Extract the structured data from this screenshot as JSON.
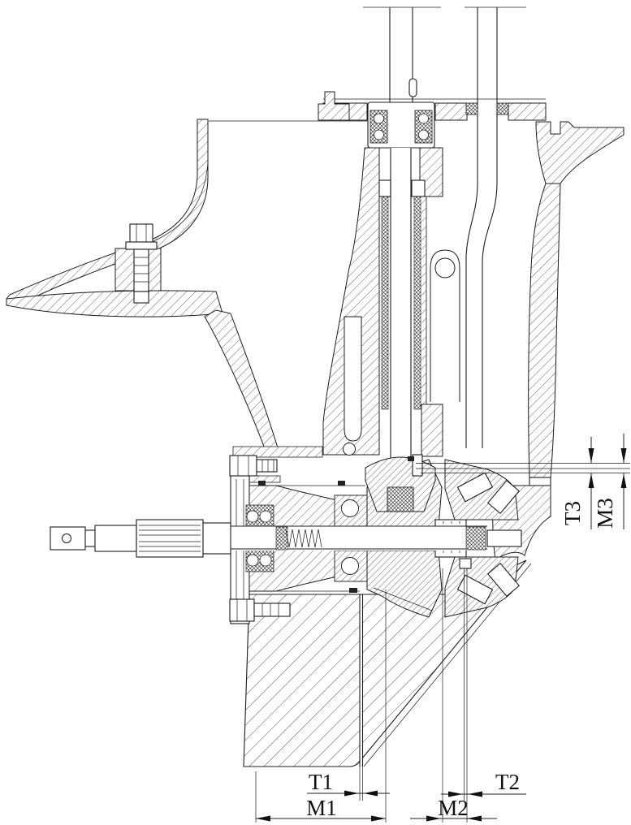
{
  "drawing": {
    "background": "#ffffff",
    "line_color": "#1c1c1c",
    "labels": {
      "t1": "T1",
      "m1": "M1",
      "t2": "T2",
      "m2": "M2",
      "t3": "T3",
      "m3": "M3"
    }
  }
}
